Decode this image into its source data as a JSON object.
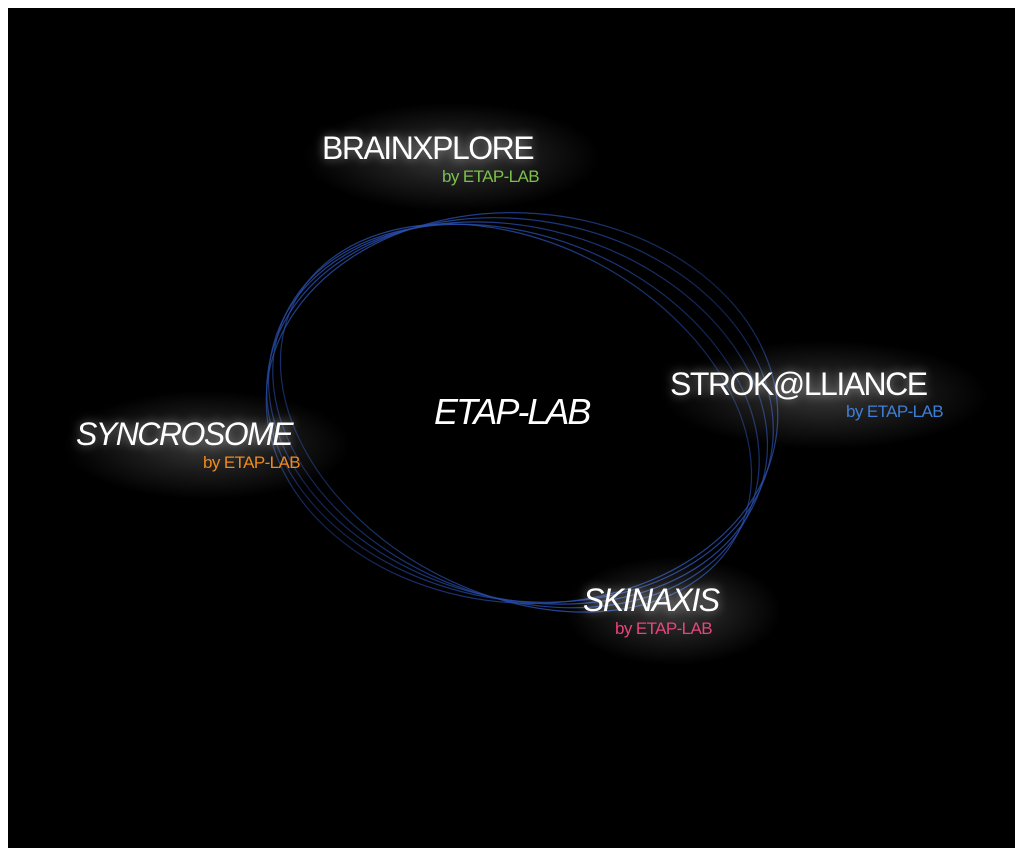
{
  "center": {
    "label": "ETAP-LAB"
  },
  "nodes": {
    "brainxplore": {
      "title": "BRAINXPLORE",
      "subtitle": "by ETAP-LAB",
      "color": "#7cc04a"
    },
    "strokalliance": {
      "title": "STROK@LLIANCE",
      "subtitle": "by ETAP-LAB",
      "color": "#3f7ed6"
    },
    "syncrosome": {
      "title": "SYNCROSOME",
      "subtitle": "by ETAP-LAB",
      "color": "#f08a1c"
    },
    "skinaxis": {
      "title": "SKINAXIS",
      "subtitle": "by ETAP-LAB",
      "color": "#e8457a"
    }
  },
  "colors": {
    "background": "#000000",
    "ring": "#2d55b8"
  }
}
